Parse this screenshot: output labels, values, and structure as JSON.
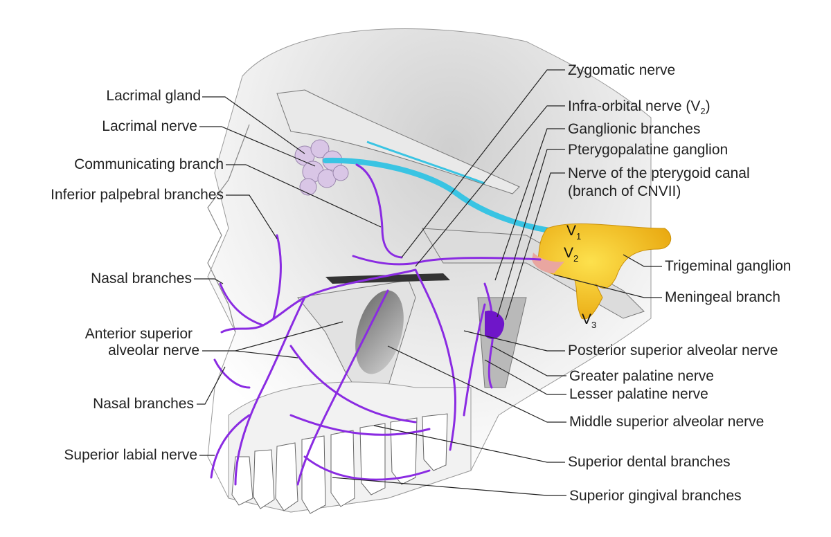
{
  "labels_left": {
    "lacrimal_gland": "Lacrimal gland",
    "lacrimal_nerve": "Lacrimal nerve",
    "communicating_branch": "Communicating branch",
    "inferior_palpebral": "Inferior palpebral branches",
    "nasal_branches_upper": "Nasal branches",
    "anterior_superior_line1": "Anterior superior",
    "anterior_superior_line2": "alveolar nerve",
    "nasal_branches_lower": "Nasal branches",
    "superior_labial": "Superior labial nerve"
  },
  "labels_right": {
    "zygomatic": "Zygomatic nerve",
    "infra_orbital_prefix": "Infra-orbital nerve (V",
    "infra_orbital_sub": "2",
    "infra_orbital_suffix": ")",
    "ganglionic": "Ganglionic branches",
    "pterygopalatine": "Pterygopalatine ganglion",
    "pterygoid_canal_line1": "Nerve of the pterygoid canal",
    "pterygoid_canal_line2": "(branch of CNVII)",
    "trigeminal": "Trigeminal ganglion",
    "meningeal": "Meningeal branch",
    "posterior_superior": "Posterior superior alveolar nerve",
    "greater_palatine": "Greater palatine nerve",
    "lesser_palatine": "Lesser palatine nerve",
    "middle_superior": "Middle superior alveolar nerve",
    "superior_dental": "Superior dental branches",
    "superior_gingival": "Superior gingival branches"
  },
  "division_labels": {
    "v1_letter": "V",
    "v1_sub": "1",
    "v2_letter": "V",
    "v2_sub": "2",
    "v3_letter": "V",
    "v3_sub": "3"
  },
  "colors": {
    "nerve_purple": "#8a2be2",
    "nerve_blue": "#39c4e3",
    "ganglion_yellow": "#f7c21c",
    "gland_pink": "#d9c6e6",
    "bone_grey": "#e6e6e6",
    "shadow_grey": "#9a9a9a",
    "leader_line": "#222222"
  }
}
